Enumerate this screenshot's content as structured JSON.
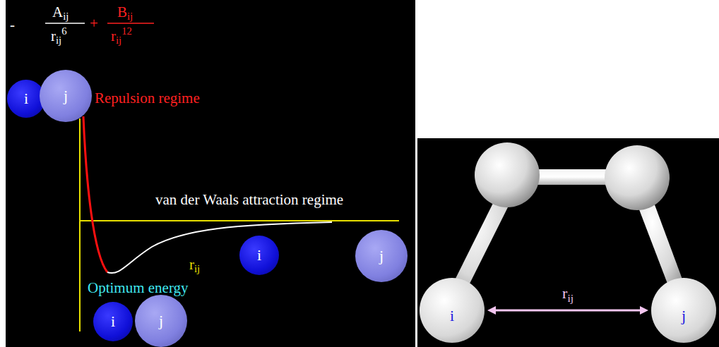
{
  "diagram": {
    "nodes": [
      {
        "text": [
          "i"
        ]
      },
      {
        "text": [
          "j"
        ]
      },
      {
        "text": [
          "i"
        ]
      },
      {
        "text": [
          "j"
        ]
      },
      {
        "text": [
          "i"
        ]
      },
      {
        "text": [
          "j"
        ]
      },
      {
        "text": [
          "i"
        ]
      },
      {
        "text": [
          "j"
        ]
      }
    ],
    "edges": [
      {
        "from": 6,
        "to": 7,
        "arrow": "both",
        "label": "rij"
      }
    ],
    "labels": [
      "-",
      "Aij",
      "rij6",
      "+",
      "Bij",
      "rij12",
      "Repulsion regime",
      "van der Waals attraction regime",
      "rij",
      "Optimum energy"
    ]
  }
}
